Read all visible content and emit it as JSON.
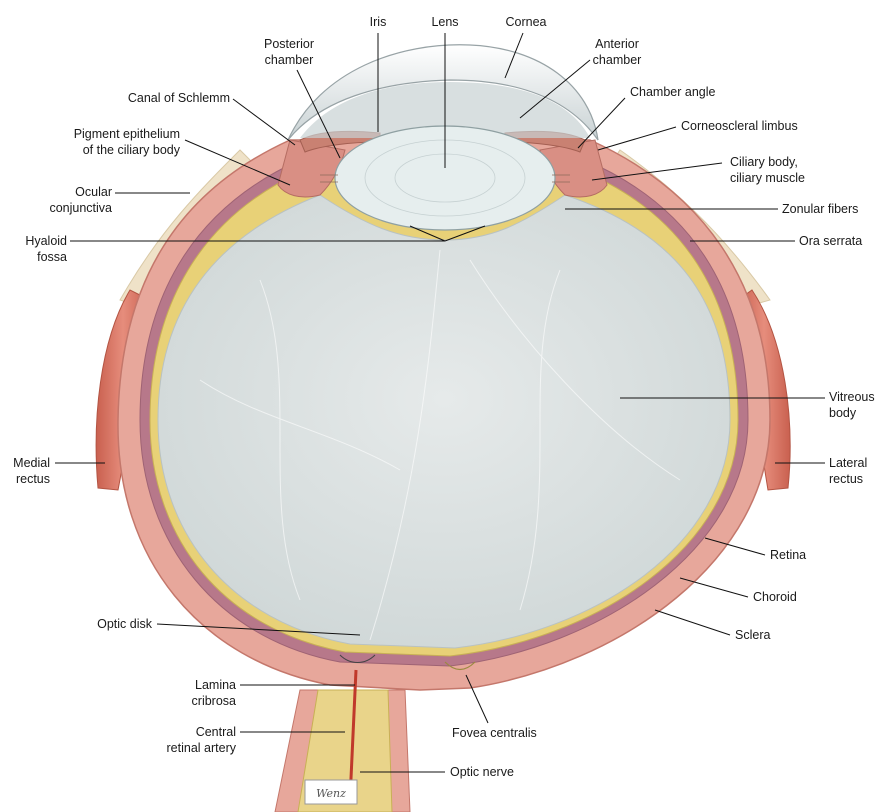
{
  "labels": {
    "iris": "Iris",
    "lens": "Lens",
    "cornea": "Cornea",
    "posterior_chamber": "Posterior\nchamber",
    "anterior_chamber": "Anterior\nchamber",
    "canal_of_schlemm": "Canal of Schlemm",
    "chamber_angle": "Chamber angle",
    "pigment_epithelium": "Pigment epithelium\nof the ciliary body",
    "corneoscleral_limbus": "Corneoscleral limbus",
    "ocular_conjunctiva": "Ocular\nconjunctiva",
    "ciliary_body": "Ciliary body,\nciliary muscle",
    "zonular_fibers": "Zonular fibers",
    "hyaloid_fossa": "Hyaloid\nfossa",
    "ora_serrata": "Ora serrata",
    "vitreous_body": "Vitreous\nbody",
    "medial_rectus": "Medial\nrectus",
    "lateral_rectus": "Lateral\nrectus",
    "retina": "Retina",
    "choroid": "Choroid",
    "sclera": "Sclera",
    "optic_disk": "Optic disk",
    "lamina_cribrosa": "Lamina\ncribrosa",
    "central_retinal_artery": "Central\nretinal artery",
    "fovea_centralis": "Fovea centralis",
    "optic_nerve": "Optic nerve"
  },
  "signature": "Wenz",
  "colors": {
    "sclera": "#e7a79b",
    "sclera_dark": "#d98f84",
    "choroid": "#b7788a",
    "retina": "#e8d177",
    "vitreous": "#dde3e3",
    "lens": "#e6eeee",
    "cornea": "#eef1f2",
    "muscle": "#d9786a",
    "conjunctiva": "#efe2c8",
    "optic_nerve": "#e9d48a"
  }
}
